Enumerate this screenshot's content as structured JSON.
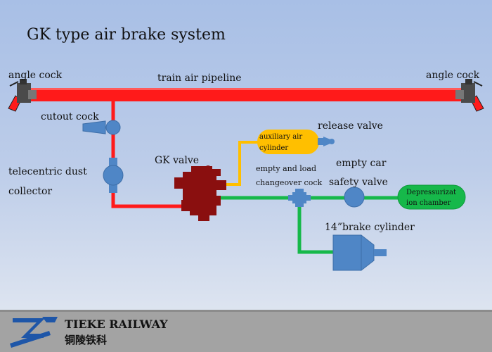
{
  "title": "GK type air brake system",
  "labels": {
    "angle_cock_left": "angle cock",
    "angle_cock_right": "angle cock",
    "train_pipe": "train air pipeline",
    "cutout_cock": "cutout cock",
    "dust_collector_1": "telecentric dust",
    "dust_collector_2": "collector",
    "gk_valve": "GK valve",
    "aux_cylinder_1": "auxiliary air",
    "aux_cylinder_2": "cylinder",
    "release_valve": "release valve",
    "empty_car": "empty car",
    "changeover_1": "empty and load",
    "changeover_2": "changeover cock",
    "safety_valve": "safety valve",
    "depress_1": "Depressurizat",
    "depress_2": "ion chamber",
    "brake_cylinder": "14”brake cylinder"
  },
  "footer": {
    "brand_en": "TIEKE RAILWAY",
    "brand_cn": "铜陵铁科"
  },
  "colors": {
    "pipe_red": "#ff1a1a",
    "pipe_green": "#16b84a",
    "pipe_yellow": "#ffbf00",
    "component_blue": "#4f86c6",
    "gk_valve": "#8a0f0f"
  }
}
